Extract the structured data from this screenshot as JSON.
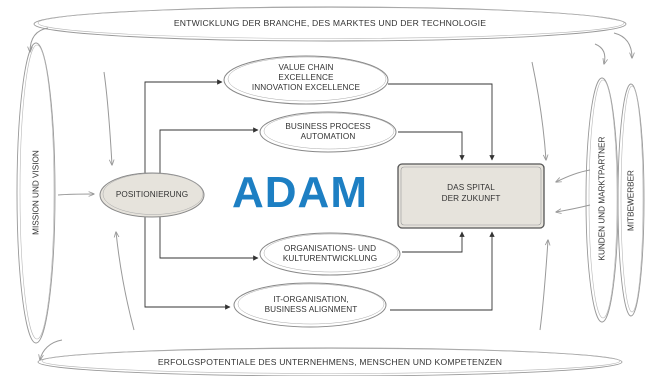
{
  "colors": {
    "stroke": "#888888",
    "arrow": "#333333",
    "fill": "#e6e3dc",
    "logo": "#1d7fc3",
    "text": "#333333"
  },
  "top_banner": "ENTWICKLUNG DER BRANCHE, DES MARKTES UND DER TECHNOLOGIE",
  "bottom_banner": "ERFOLGSPOTENTIALE DES UNTERNEHMENS, MENSCHEN UND KOMPETENZEN",
  "left_pillar": "MISSION UND VISION",
  "right_pillar_1": "KUNDEN UND MARKTPARTNER",
  "right_pillar_2": "MITBEWERBER",
  "positioning": "POSITIONIERUNG",
  "logo_text": "ADAM",
  "target": {
    "line1": "DAS SPITAL",
    "line2": "DER ZUKUNFT"
  },
  "initiatives": {
    "value_chain": {
      "line1": "VALUE CHAIN",
      "line2": "EXCELLENCE",
      "line3": "INNOVATION EXCELLENCE"
    },
    "bpa": {
      "line1": "BUSINESS PROCESS",
      "line2": "AUTOMATION"
    },
    "org": {
      "line1": "ORGANISATIONS- UND",
      "line2": "KULTURENTWICKLUNG"
    },
    "it": {
      "line1": "IT-ORGANISATION,",
      "line2": "BUSINESS ALIGNMENT"
    }
  }
}
